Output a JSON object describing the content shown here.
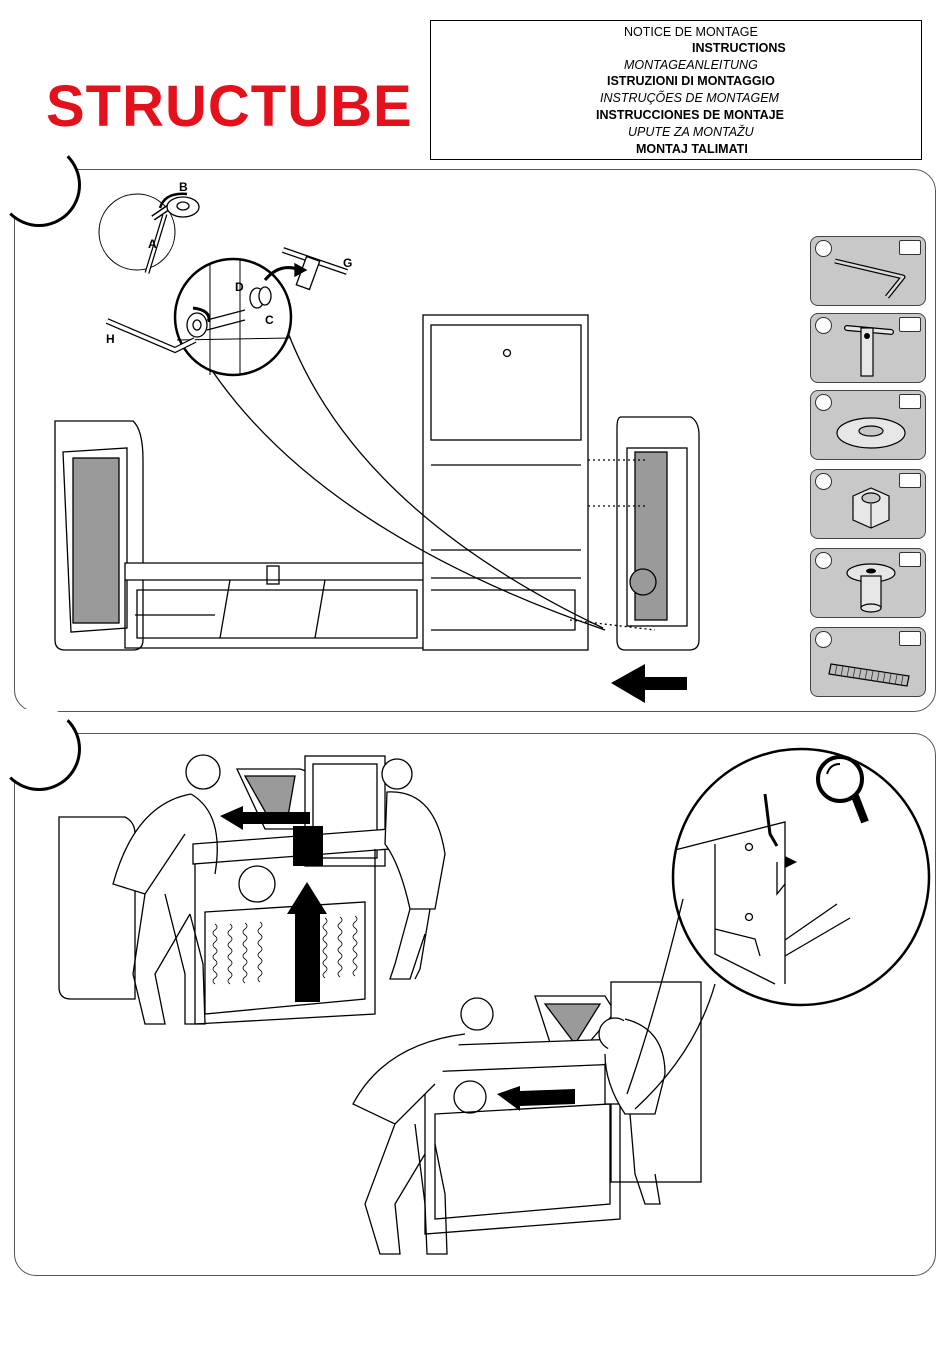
{
  "brand": {
    "name": "STRUCTUBE",
    "color": "#e3111b"
  },
  "title_box": {
    "lines": [
      "NOTICE DE MONTAGE",
      "INSTRUCTIONS",
      "MONTAGEANLEITUNG",
      "ISTRUZIONI DI MONTAGGIO",
      "INSTRUÇÕES DE MONTAGEM",
      "INSTRUCCIONES DE MONTAJE",
      "UPUTE ZA MONTAŽU",
      "MONTAJ TALIMATI"
    ]
  },
  "step1": {
    "labels": {
      "a": "A",
      "b": "B",
      "c": "C",
      "d": "D",
      "g": "G",
      "h": "H"
    },
    "parts": [
      {
        "icon": "allen-key-icon"
      },
      {
        "icon": "t-wrench-icon"
      },
      {
        "icon": "washer-icon"
      },
      {
        "icon": "hex-nut-icon"
      },
      {
        "icon": "connector-bolt-icon"
      },
      {
        "icon": "threaded-rod-icon"
      }
    ]
  },
  "step2": {
    "icons": [
      "magnifier-icon",
      "up-arrow-icon",
      "left-arrow-icon"
    ]
  }
}
